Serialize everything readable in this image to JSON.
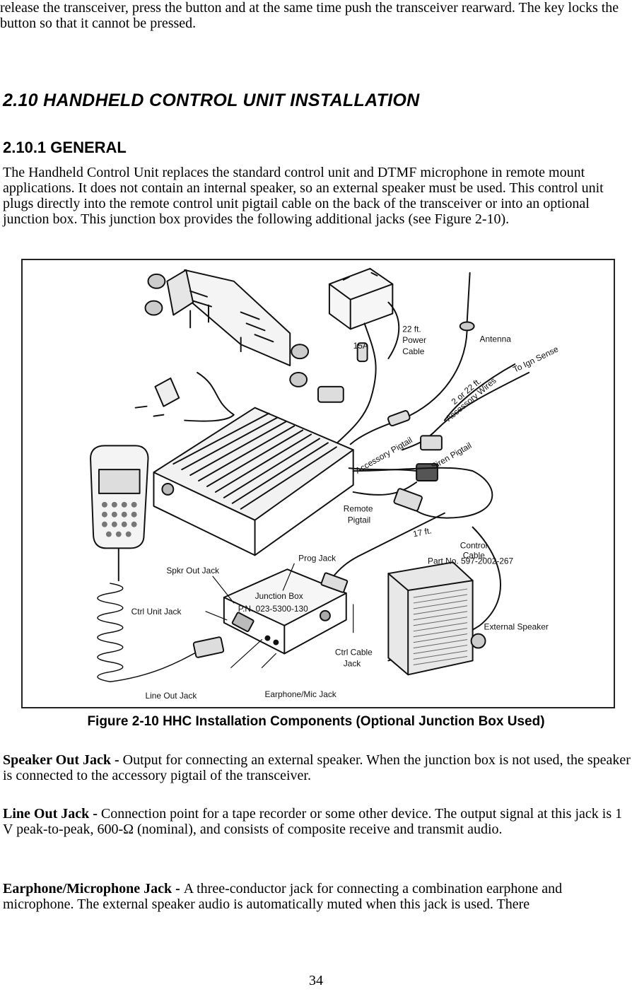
{
  "intro_text": "release the transceiver, press the button and at the same time push the transceiver rearward. The key locks the button so that it cannot be pressed.",
  "section_heading": "2.10 HANDHELD CONTROL UNIT INSTALLATION",
  "subsection_heading": "2.10.1 GENERAL",
  "general_paragraph": "The Handheld Control Unit replaces the standard control unit and DTMF microphone in remote mount applications. It does not contain an internal speaker, so an external speaker must be used. This control unit plugs directly into the remote control unit pigtail cable on the back of the transceiver or into an optional junction box. This junction box provides the following additional jacks (see Figure 2-10).",
  "figure": {
    "labels": {
      "power_cable_length": "22 ft.",
      "power_cable_a": "Power",
      "power_cable_b": "Cable",
      "fuse": "15A",
      "antenna": "Antenna",
      "ign_sense": "To Ign Sense",
      "accessory_wires_a": "2 or 22 ft.",
      "accessory_wires_b": "Accessory Wires",
      "accessory_pigtail": "Accessory Pigtail",
      "siren_pigtail": "Siren Pigtail",
      "remote_pigtail_a": "Remote",
      "remote_pigtail_b": "Pigtail",
      "control_cable_length": "17 ft.",
      "control_cable_a": "Control",
      "control_cable_b": "Cable",
      "part_no": "Part No. 597-2002-267",
      "prog_jack": "Prog Jack",
      "spkr_out_jack": "Spkr Out Jack",
      "junction_box": "Junction Box",
      "junction_box_pn": "P.N. 023-5300-130",
      "ctrl_unit_jack": "Ctrl Unit Jack",
      "ctrl_cable_jack_a": "Ctrl Cable",
      "ctrl_cable_jack_b": "Jack",
      "external_speaker": "External Speaker",
      "line_out_jack": "Line Out Jack",
      "earphone_mic_jack": "Earphone/Mic Jack"
    }
  },
  "figure_caption": "Figure 2-10 HHC Installation Components (Optional Junction Box Used)",
  "entries": {
    "speaker_out": {
      "term": "Speaker Out Jack - ",
      "text": "Output for connecting an external speaker. When the junction box is not used, the speaker is connected to the accessory pigtail of the transceiver."
    },
    "line_out": {
      "term": "Line Out Jack - ",
      "text": "Connection point for a tape recorder or some other device. The output signal at this jack is 1 V peak-to-peak, 600-Ω (nominal), and consists of composite receive and transmit audio."
    },
    "earphone": {
      "term": "Earphone/Microphone Jack - ",
      "text": "A three-conductor jack for connecting a combination earphone and microphone. The external speaker audio is automatically muted when this jack is used. There"
    }
  },
  "page_number": "34"
}
